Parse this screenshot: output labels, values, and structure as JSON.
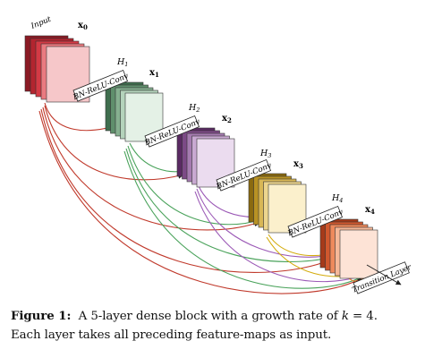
{
  "labels": {
    "input": "Input",
    "x0": "x",
    "x0_sub": "0",
    "x1": "x",
    "x1_sub": "1",
    "x2": "x",
    "x2_sub": "2",
    "x3": "x",
    "x3_sub": "3",
    "x4": "x",
    "x4_sub": "4",
    "h1": "H",
    "h1_sub": "1",
    "h2": "H",
    "h2_sub": "2",
    "h3": "H",
    "h3_sub": "3",
    "h4": "H",
    "h4_sub": "4",
    "op1": "BN-ReLU-Conv",
    "op2": "BN-ReLU-Conv",
    "op3": "BN-ReLU-Conv",
    "op4": "BN-ReLU-Conv",
    "transition": "Transition Layer"
  },
  "caption": {
    "figure_label": "Figure 1:",
    "text_before": "A 5-layer dense block with a growth rate of",
    "k_symbol": "k",
    "text_equals": "=",
    "k_value": "4.",
    "line2": "Each layer takes all preceding feature-maps as input."
  },
  "colors": {
    "input_stack": [
      "#8b1a24",
      "#b3252f",
      "#d43a45",
      "#ea7a80",
      "#f6c7c9"
    ],
    "h1_stack": [
      "#3f6e4e",
      "#5f8f6c",
      "#86b090",
      "#b4d3bb",
      "#e4f1e6"
    ],
    "h2_stack": [
      "#5a2a63",
      "#7c4a86",
      "#a57bb0",
      "#c9a9d2",
      "#ebdcef"
    ],
    "h3_stack": [
      "#8a6a10",
      "#b89224",
      "#d8b756",
      "#ecd58e",
      "#fbf0cc"
    ],
    "h4_stack": [
      "#a53a1a",
      "#d0582e",
      "#ee8a5c",
      "#f6b898",
      "#fde3d6"
    ],
    "arrow_red": "#c0392b",
    "arrow_green": "#49a25a",
    "arrow_purple": "#9b59b6",
    "arrow_yellow": "#d4ac0d",
    "arrow_orange": "#e67e22"
  }
}
